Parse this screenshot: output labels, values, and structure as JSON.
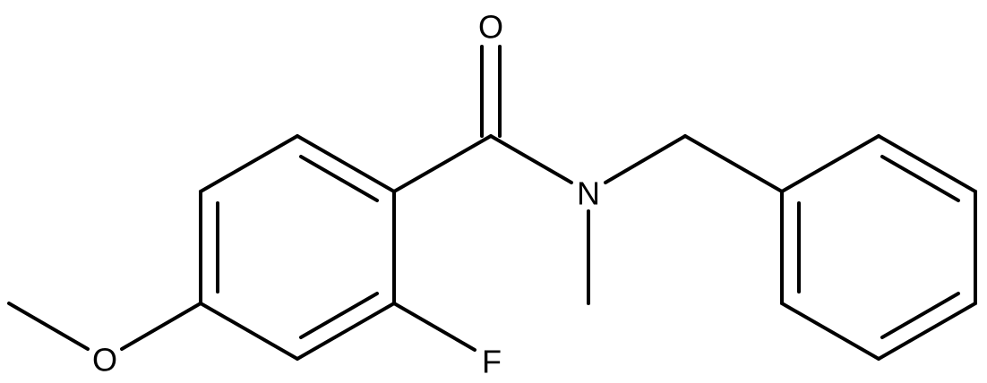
{
  "molecule": {
    "atoms": [
      {
        "id": "O1",
        "label": "O",
        "name": "carbonyl-oxygen"
      },
      {
        "id": "N1",
        "label": "N",
        "name": "amide-nitrogen"
      },
      {
        "id": "F1",
        "label": "F",
        "name": "fluorine"
      },
      {
        "id": "O2",
        "label": "O",
        "name": "methoxy-oxygen"
      }
    ],
    "line_color": "#000000",
    "background": "#ffffff"
  }
}
